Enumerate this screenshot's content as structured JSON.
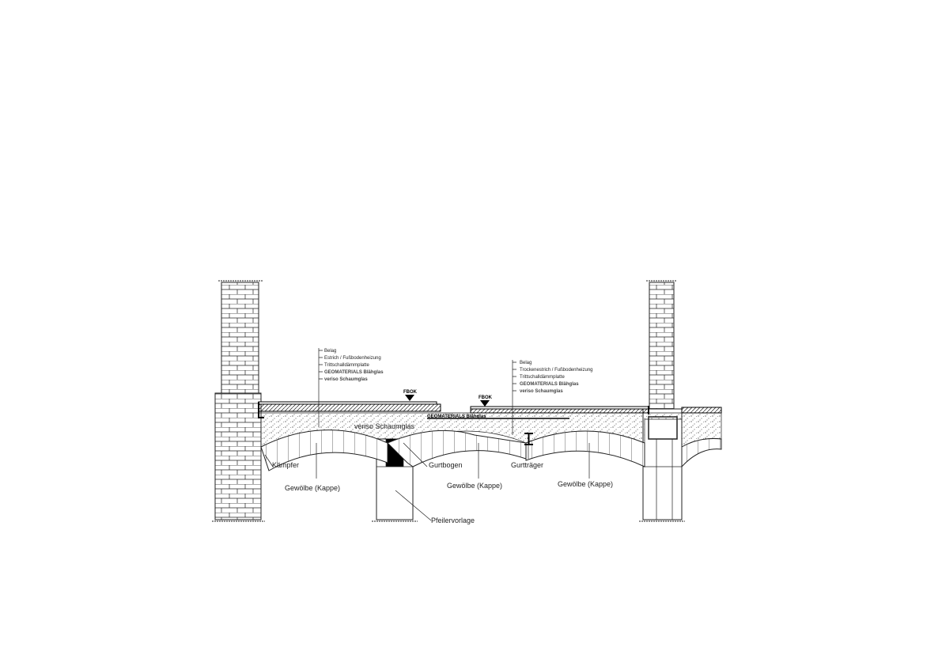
{
  "left_layers": [
    "Belag",
    "Estrich / Fußbodenheizung",
    "Trittschalldämmplatte",
    "GEOMATERIALS Blähglas",
    "veriso Schaumglas"
  ],
  "right_layers": [
    "Belag",
    "Trockenestrich / Fußbodenheizung",
    "Trittschalldämmplatte",
    "GEOMATERIALS Blähglas",
    "veriso Schaumglas"
  ],
  "fbok_label": "FBOK",
  "fill_label": "veriso Schaumglas",
  "blaehglas_label": "GEOMATERIALS Blähglas",
  "labels": {
    "kaempfer": "Kämpfer",
    "gewoelbe_1": "Gewölbe (Kappe)",
    "gurtbogen": "Gurtbogen",
    "gewoelbe_2": "Gewölbe (Kappe)",
    "gurttraeger": "Gurtträger",
    "gewoelbe_3": "Gewölbe (Kappe)",
    "pfeilervorlage": "Pfeilervorlage"
  }
}
